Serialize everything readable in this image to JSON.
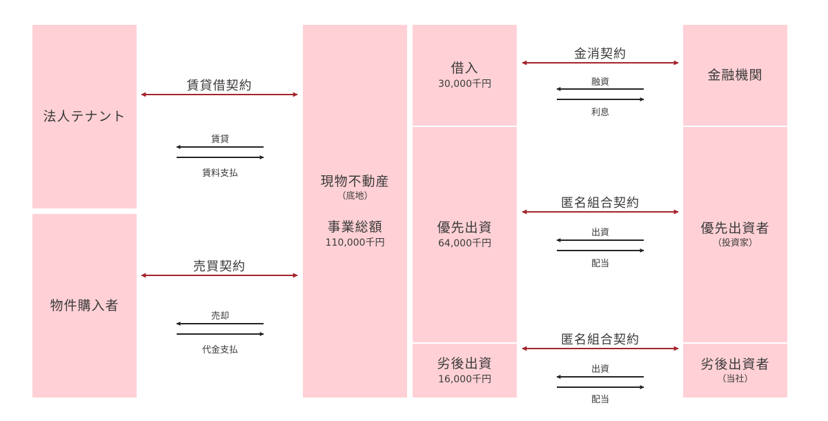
{
  "parties": {
    "tenant": {
      "title": "法人テナント"
    },
    "buyer": {
      "title": "物件購入者"
    },
    "lender": {
      "title": "金融機関"
    },
    "senior_investor": {
      "title": "優先出資者",
      "sub": "（投資家）"
    },
    "junior_investor": {
      "title": "劣後出資者",
      "sub": "（当社）"
    }
  },
  "asset": {
    "title": "現物不動産",
    "sub": "（底地）",
    "total_label": "事業総額",
    "total_amount": "110,000千円"
  },
  "funding": {
    "loan": {
      "title": "借入",
      "amount": "30,000千円"
    },
    "senior": {
      "title": "優先出資",
      "amount": "64,000千円"
    },
    "junior": {
      "title": "劣後出資",
      "amount": "16,000千円"
    }
  },
  "contracts": {
    "lease": "賃貸借契約",
    "sale": "売買契約",
    "loan": "金消契約",
    "tk_senior": "匿名組合契約",
    "tk_junior": "匿名組合契約"
  },
  "flows": {
    "lease_out": "賃貸",
    "lease_in": "賃料支払",
    "sale_out": "売却",
    "sale_in": "代金支払",
    "loan_out": "融資",
    "loan_in": "利息",
    "senior_out": "出資",
    "senior_in": "配当",
    "junior_out": "出資",
    "junior_in": "配当"
  },
  "colors": {
    "box_fill": "#ffd1d6",
    "contract_arrow": "#a3232b",
    "flow_arrow": "#222222"
  }
}
